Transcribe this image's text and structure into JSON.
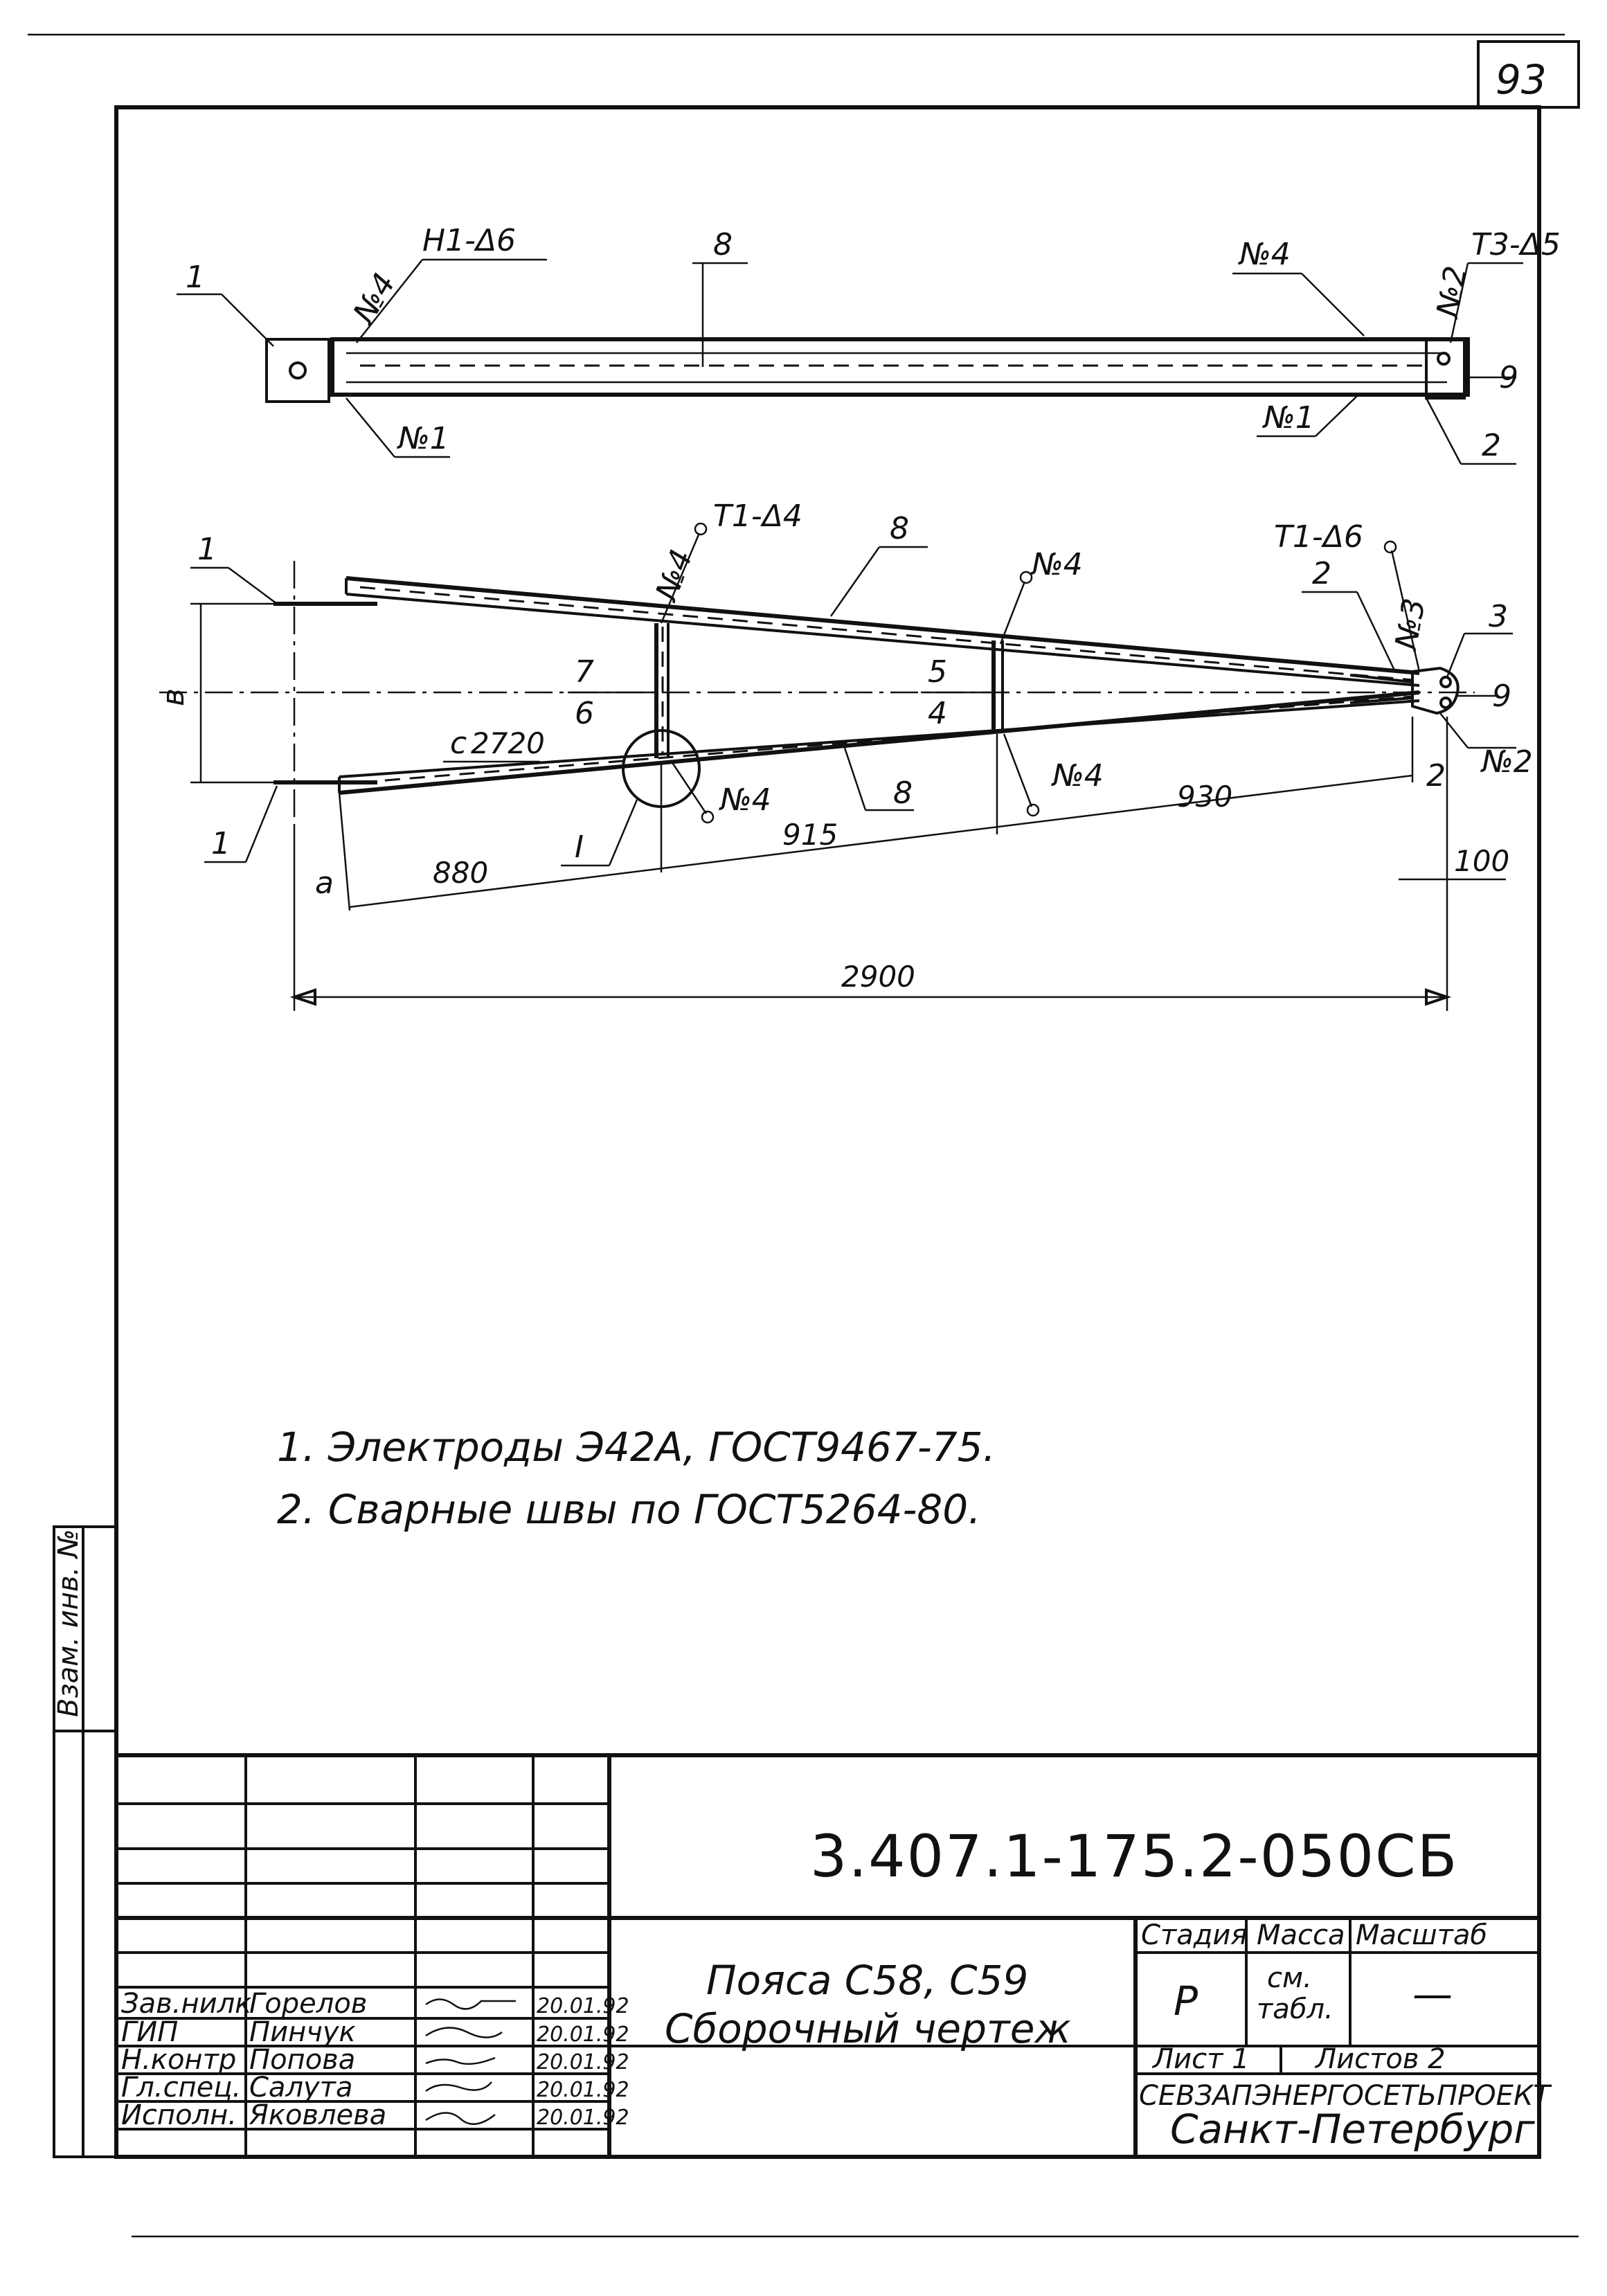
{
  "sheet_number": "93",
  "doc_code": "3.407.1-175.2-050СБ",
  "title_line1": "Пояса С58, С59",
  "title_line2": "Сборочный чертеж",
  "notes": [
    "1. Электроды Э42А, ГОСТ9467-75.",
    "2. Сварные швы по ГОСТ5264-80."
  ],
  "stamp": {
    "stage_header": "Стадия",
    "mass_header": "Масса",
    "scale_header": "Масштаб",
    "stage_value": "Р",
    "mass_value_1": "см.",
    "mass_value_2": "табл.",
    "scale_value": "—",
    "sheet_label": "Лист 1",
    "sheets_label": "Листов 2",
    "org_name": "СЕВЗАПЭНЕРГОСЕТЬПРОЕКТ",
    "city": "Санкт-Петербург",
    "side_label": "Взам. инв. №"
  },
  "signatures": [
    {
      "role": "Зав.нилк",
      "name": "Горелов",
      "date": "20.01.92"
    },
    {
      "role": "ГИП",
      "name": "Пинчук",
      "date": "20.01.92"
    },
    {
      "role": "Н.контр",
      "name": "Попова",
      "date": "20.01.92"
    },
    {
      "role": "Гл.спец.",
      "name": "Салута",
      "date": "20.01.92"
    },
    {
      "role": "Исполн.",
      "name": "Яковлева",
      "date": "20.01.92"
    }
  ],
  "top_view": {
    "pos_1": "1",
    "pos_2": "2",
    "pos_8": "8",
    "pos_9": "9",
    "weld_left": "Н1-Δ6",
    "weld_right": "Т3-Δ5",
    "seam_n4_left": "№4",
    "seam_n4_right": "№4",
    "seam_n1_left": "№1",
    "seam_n1_right": "№1",
    "seam_n2": "№2"
  },
  "main_view": {
    "pos_1_top": "1",
    "pos_1_bottom": "1",
    "pos_2": "2",
    "pos_3": "3",
    "pos_4": "4",
    "pos_5": "5",
    "pos_6": "6",
    "pos_7": "7",
    "pos_8_top": "8",
    "pos_8_bottom": "8",
    "pos_9": "9",
    "weld_t1_d4": "Т1-Δ4",
    "weld_t1_d6": "Т1-Δ6",
    "seam_n4_a": "№4",
    "seam_n4_b": "№4",
    "seam_n4_c": "№4",
    "seam_n4_d": "№4",
    "seam_n3": "№3",
    "seam_n2": "№2",
    "dim_b": "в",
    "dim_a": "а",
    "dim_c": "с",
    "dim_2720": "2720",
    "dim_880": "880",
    "dim_915": "915",
    "dim_930": "930",
    "dim_2": "2",
    "dim_100": "100",
    "dim_2900": "2900",
    "node_I": "I"
  }
}
